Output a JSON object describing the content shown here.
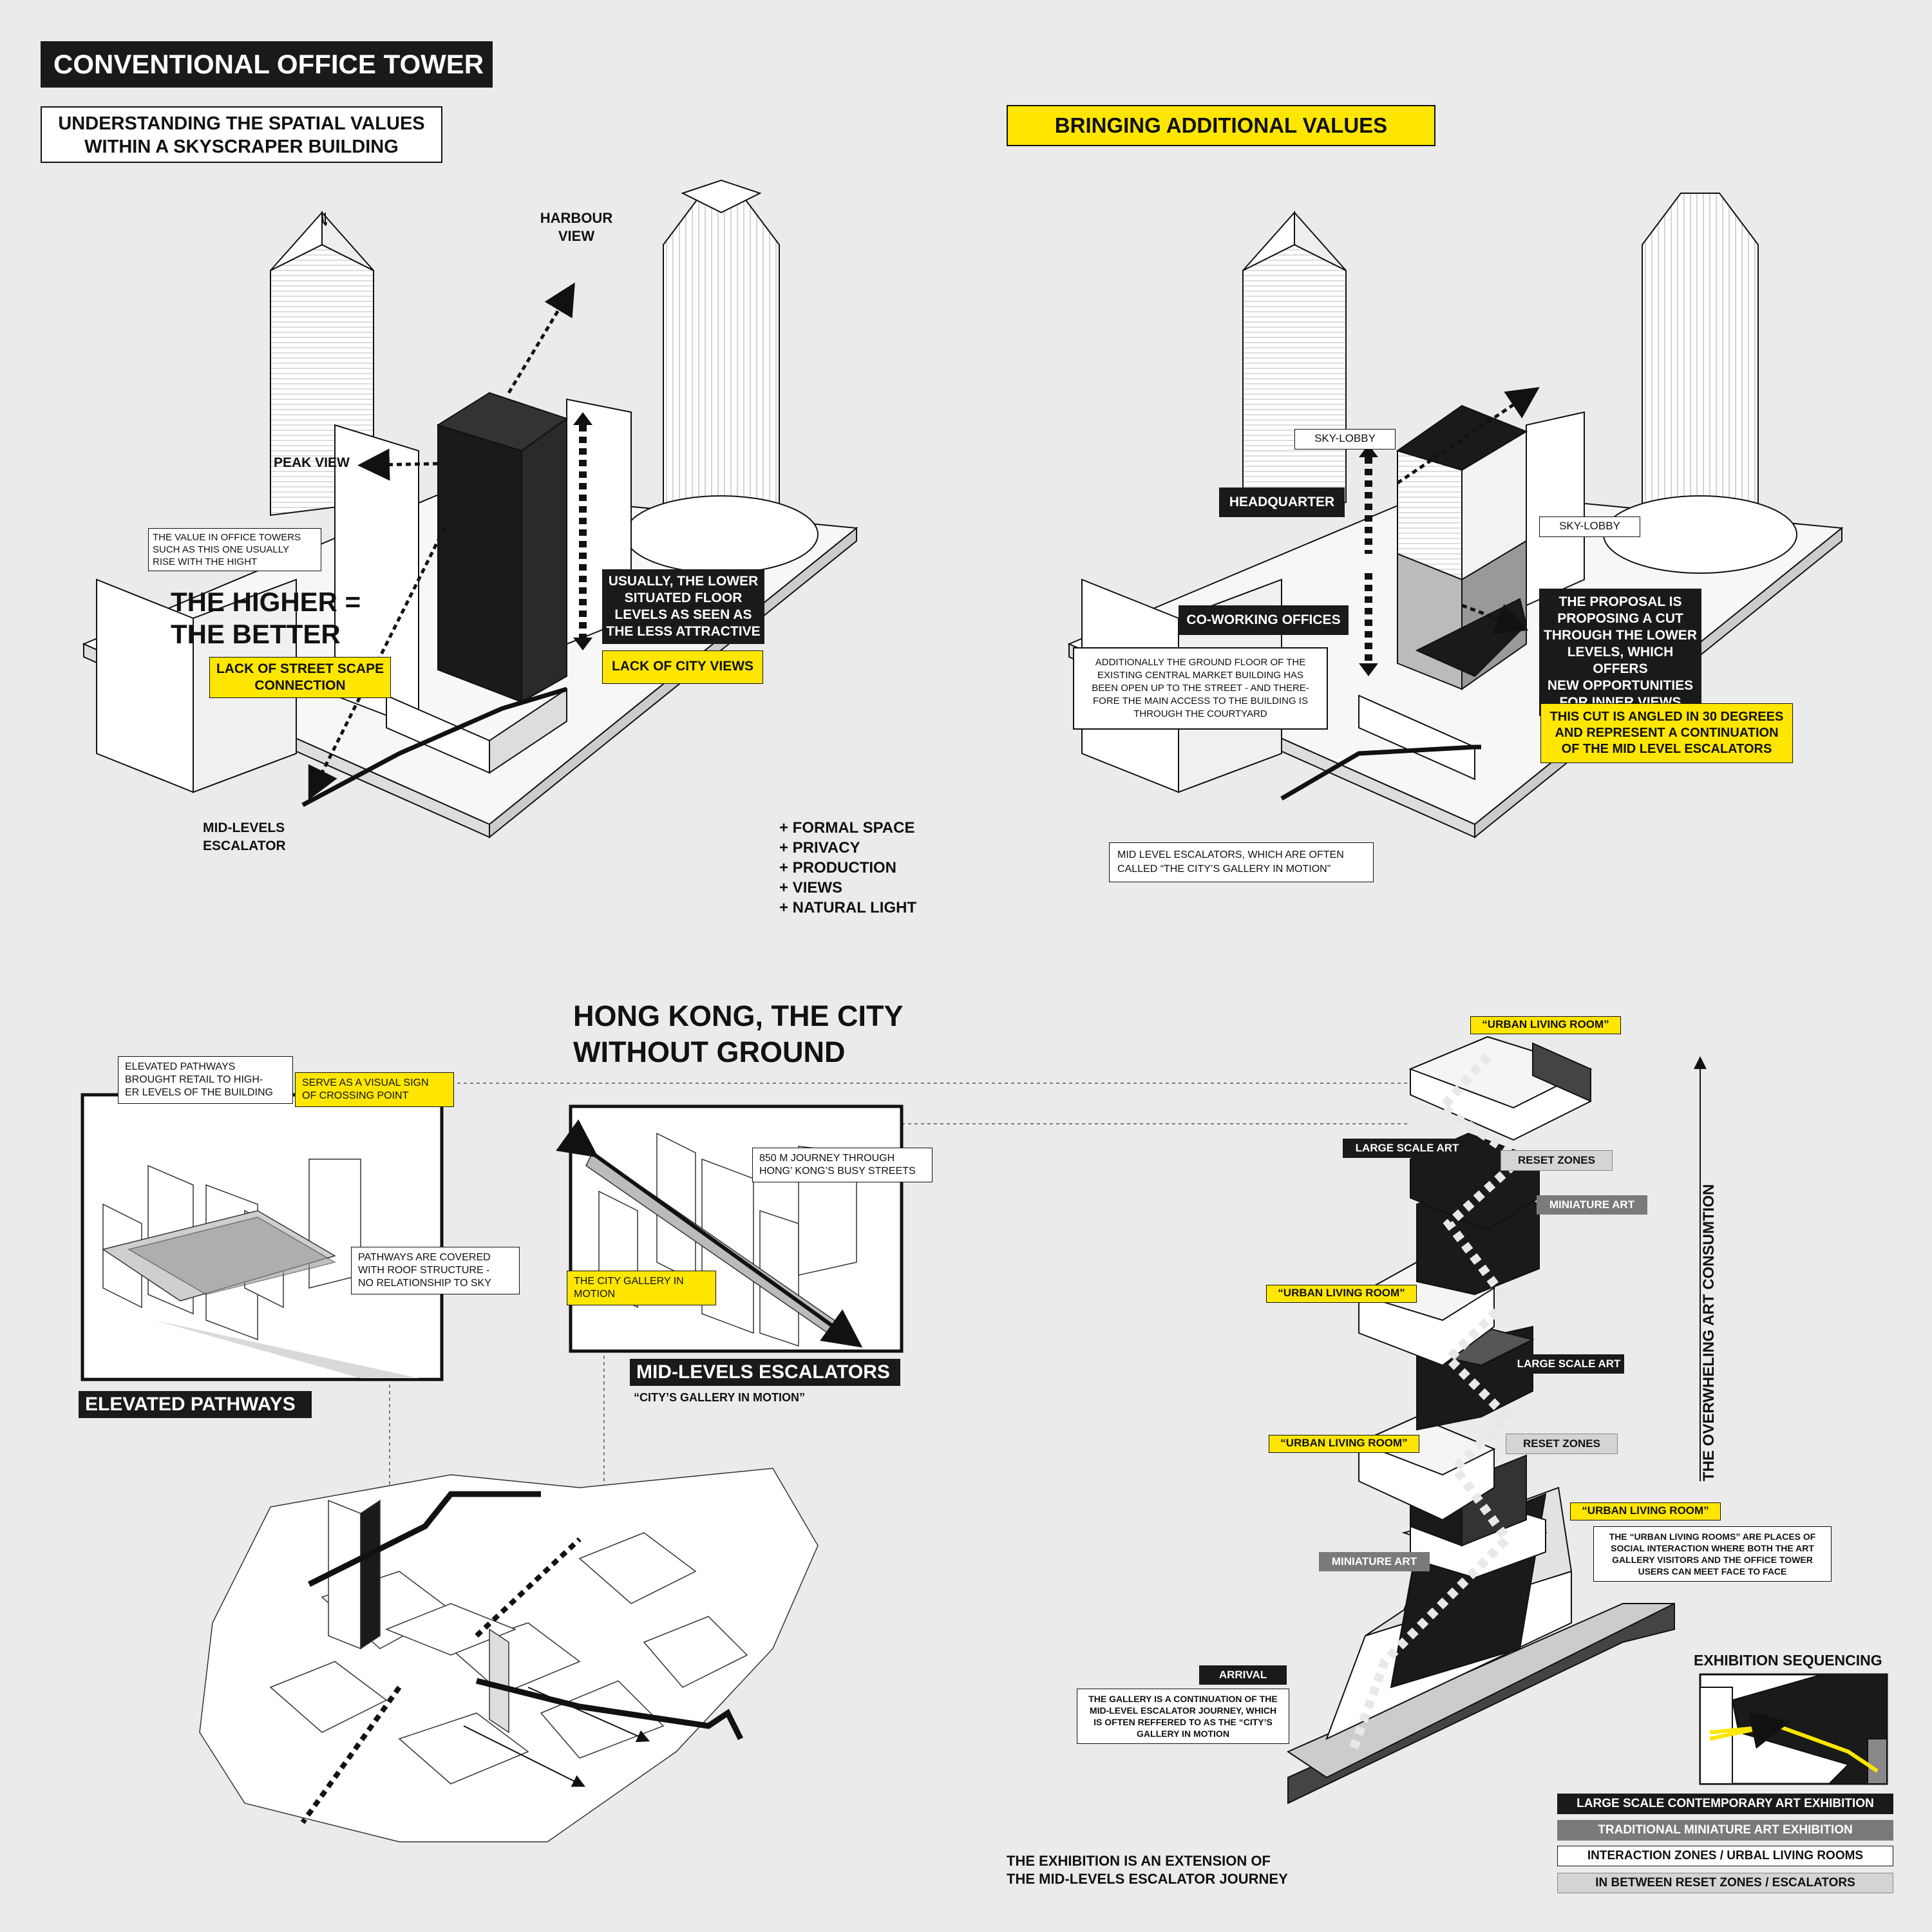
{
  "title_main": "CONVENTIONAL OFFICE TOWER",
  "subtitle": "UNDERSTANDING THE SPATIAL VALUES\nWITHIN A SKYSCRAPER BUILDING",
  "right_title": "BRINGING ADDITIONAL VALUES",
  "left_diagram": {
    "harbour_view": "HARBOUR\nVIEW",
    "peak_view": "PEAK VIEW",
    "value_note": "THE VALUE IN OFFICE TOWERS\nSUCH AS THIS ONE USUALLY\nRISE WITH THE HIGHT",
    "higher_better": "THE HIGHER =\nTHE BETTER",
    "lower_levels": "USUALLY, THE LOWER\nSITUATED FLOOR\nLEVELS AS SEEN AS\nTHE LESS ATTRACTIVE",
    "lack_street": "LACK OF STREET SCAPE\nCONNECTION",
    "lack_views": "LACK OF CITY VIEWS",
    "escalator": "MID-LEVELS\nESCALATOR"
  },
  "values_list": [
    "+ FORMAL SPACE",
    "+ PRIVACY",
    "+ PRODUCTION",
    "+ VIEWS",
    "+ NATURAL LIGHT"
  ],
  "right_diagram": {
    "sky_lobby_1": "SKY-LOBBY",
    "sky_lobby_2": "SKY-LOBBY",
    "headquarter": "HEADQUARTER",
    "coworking": "CO-WORKING OFFICES",
    "ground_note": "ADDITIONALLY THE GROUND FLOOR OF THE\nEXISTING CENTRAL MARKET BUILDING HAS\nBEEN OPEN UP TO THE STREET - AND THERE-\nFORE THE MAIN ACCESS TO THE BUILDING IS\nTHROUGH THE COURTYARD",
    "proposal": "THE PROPOSAL IS\nPROPOSING A CUT\nTHROUGH THE LOWER\nLEVELS, WHICH OFFERS\nNEW OPPORTUNITIES\nFOR INNER VIEWS",
    "cut_note": "THIS CUT IS ANGLED IN 30 DEGREES\nAND REPRESENT A CONTINUATION\nOF THE MID LEVEL ESCALATORS",
    "escalator_note": "MID LEVEL ESCALATORS, WHICH ARE OFTEN\nCALLED “THE CITY’S GALLERY IN MOTION”"
  },
  "city_title": "HONG KONG, THE CITY\nWITHOUT GROUND",
  "elevated": {
    "note1": "ELEVATED PATHWAYS\nBROUGHT RETAIL TO HIGH-\nER LEVELS OF THE BUILDING",
    "note2": "SERVE AS A VISUAL SIGN\nOF CROSSING POINT",
    "note3": "PATHWAYS ARE COVERED\nWITH ROOF STRUCTURE -\nNO RELATIONSHIP TO SKY",
    "label": "ELEVATED PATHWAYS"
  },
  "escalators": {
    "note1": "850 M JOURNEY THROUGH\nHONG’ KONG’S BUSY STREETS",
    "note2": "THE CITY GALLERY IN\nMOTION",
    "label": "MID-LEVELS ESCALATORS",
    "sub": "“CITY’S GALLERY IN MOTION”"
  },
  "exhibition": {
    "ulr_top": "“URBAN LIVING ROOM”",
    "large_art_1": "LARGE SCALE ART",
    "reset_1": "RESET ZONES",
    "mini_1": "MINIATURE ART",
    "ulr_2": "“URBAN LIVING ROOM”",
    "large_art_2": "LARGE SCALE ART",
    "ulr_3": "“URBAN LIVING ROOM”",
    "reset_2": "RESET ZONES",
    "ulr_4": "“URBAN LIVING ROOM”",
    "ulr_note": "THE “URBAN LIVING ROOMS” ARE PLACES OF\nSOCIAL INTERACTION WHERE BOTH THE ART\nGALLERY VISITORS AND THE OFFICE TOWER\nUSERS CAN MEET FACE TO FACE",
    "mini_2": "MINIATURE ART",
    "arrival": "ARRIVAL",
    "arrival_note": "THE GALLERY IS A CONTINUATION OF THE\nMID-LEVEL ESCALATOR JOURNEY, WHICH\nIS OFTEN REFFERED TO AS THE “CITY’S\nGALLERY IN MOTION",
    "vertical": "THE OVERWHELING ART CONSUMTION",
    "footer": "THE EXHIBITION IS AN EXTENSION OF\nTHE MID-LEVELS ESCALATOR JOURNEY"
  },
  "legend": {
    "title": "EXHIBITION SEQUENCING",
    "items": [
      "LARGE SCALE CONTEMPORARY ART EXHIBITION",
      "TRADITIONAL MINIATURE ART EXHIBITION",
      "INTERACTION ZONES / URBAL LIVING ROOMS",
      "IN BETWEEN RESET ZONES / ESCALATORS"
    ]
  },
  "colors": {
    "accent": "#ffe600",
    "dark": "#1a1a1a",
    "background": "#ebebeb"
  }
}
